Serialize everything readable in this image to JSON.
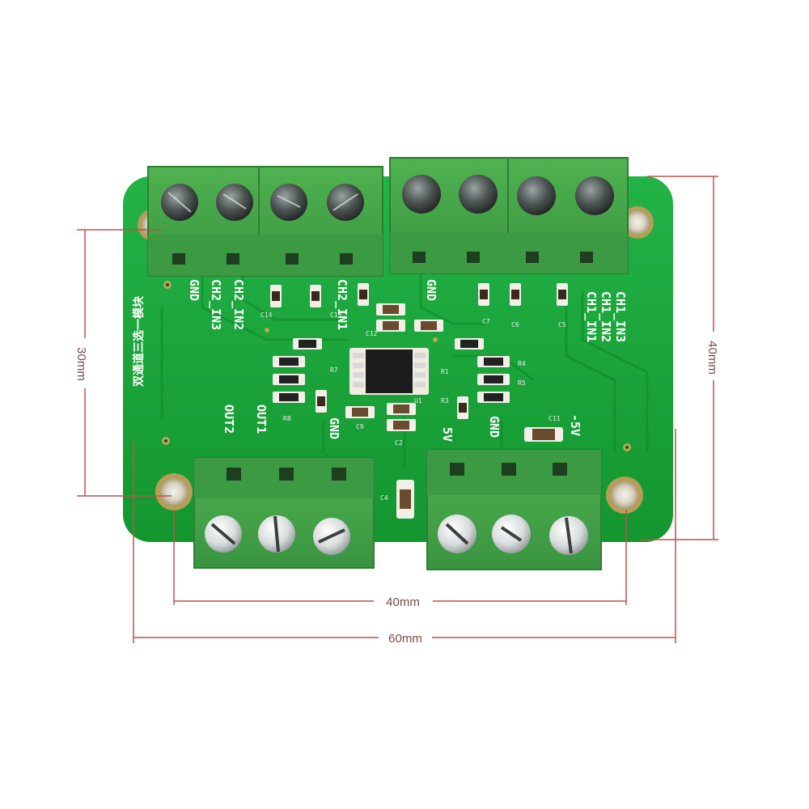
{
  "board": {
    "top_labels_left": [
      "GND",
      "CH2_IN3",
      "CH2_IN2",
      "CH2_IN1"
    ],
    "top_labels_right": [
      "GND",
      "CH1_IN1",
      "CH1_IN2",
      "CH1_IN3"
    ],
    "bottom_labels_left": [
      "OUT2",
      "OUT1",
      "GND"
    ],
    "bottom_labels_right": [
      "5V",
      "GND",
      "-5V"
    ],
    "board_title": "双通道三选一模块",
    "component_refs": [
      "C14",
      "C13",
      "C12",
      "C7",
      "C6",
      "C5",
      "C11",
      "C9",
      "C4",
      "C2",
      "R8",
      "R7",
      "R1",
      "R3",
      "R4",
      "R5",
      "U1"
    ]
  },
  "dimensions": {
    "left_height": "30mm",
    "right_height": "40mm",
    "hole_spacing": "40mm",
    "board_width": "60mm"
  },
  "colors": {
    "pcb": "#1aa53a",
    "terminal": "#43a047",
    "dimension_line": "#c0504d"
  }
}
